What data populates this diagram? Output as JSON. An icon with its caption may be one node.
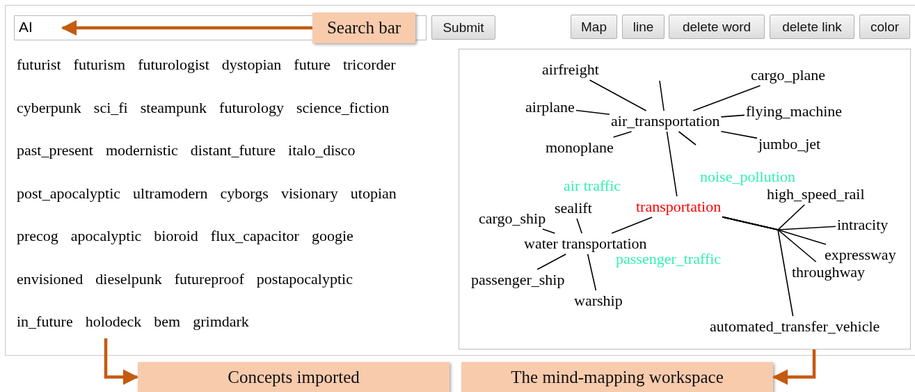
{
  "diagram": {
    "nodes": [
      {
        "text": [
          "AI"
        ]
      },
      {
        "text": [
          "Search bar"
        ]
      },
      {
        "text": [
          "Submit"
        ]
      },
      {
        "text": [
          "Map"
        ]
      },
      {
        "text": [
          "line"
        ]
      },
      {
        "text": [
          "delete word"
        ]
      },
      {
        "text": [
          "delete link"
        ]
      },
      {
        "text": [
          "color"
        ]
      },
      {
        "text": [
          "futurist",
          "futurism",
          "futurologist",
          "dystopian",
          "future",
          "tricorder",
          "cyberpunk",
          "sci_fi",
          "steampunk",
          "futurology",
          "science_fiction",
          "past_present",
          "modernistic",
          "distant_future",
          "italo_disco",
          "post_apocalyptic",
          "ultramodern",
          "cyborgs",
          "visionary",
          "utopian",
          "precog",
          "apocalyptic",
          "bioroid",
          "flux_capacitor",
          "googie",
          "envisioned",
          "dieselpunk",
          "futureproof",
          "postapocalyptic",
          "in_future",
          "holodeck",
          "bem",
          "grimdark"
        ]
      },
      {
        "text": [],
        "shape": "box"
      },
      {
        "text": [
          "airfreight"
        ],
        "in": 9
      },
      {
        "text": [
          "cargo_plane"
        ],
        "in": 9
      },
      {
        "text": [
          "airplane"
        ],
        "in": 9
      },
      {
        "text": [
          "air_transportation"
        ],
        "in": 9
      },
      {
        "text": [
          "flying_machine"
        ],
        "in": 9
      },
      {
        "text": [
          "monoplane"
        ],
        "in": 9
      },
      {
        "text": [
          "jumbo_jet"
        ],
        "in": 9
      },
      {
        "text": [
          "noise_pollution"
        ],
        "in": 9
      },
      {
        "text": [
          "air traffic"
        ],
        "in": 9
      },
      {
        "text": [
          "high_speed_rail"
        ],
        "in": 9
      },
      {
        "text": [
          "transportation"
        ],
        "in": 9
      },
      {
        "text": [
          "sealift"
        ],
        "in": 9
      },
      {
        "text": [
          "cargo_ship"
        ],
        "in": 9
      },
      {
        "text": [
          "intracity"
        ],
        "in": 9
      },
      {
        "text": [
          "water transportation"
        ],
        "in": 9
      },
      {
        "text": [
          "passenger_traffic"
        ],
        "in": 9
      },
      {
        "text": [
          "expressway"
        ],
        "in": 9
      },
      {
        "text": [
          "throughway"
        ],
        "in": 9
      },
      {
        "text": [
          "passenger_ship"
        ],
        "in": 9
      },
      {
        "text": [
          "warship"
        ],
        "in": 9
      },
      {
        "text": [
          "automated_transfer_vehicle"
        ],
        "in": 9
      },
      {
        "text": [
          "Concepts imported"
        ]
      },
      {
        "text": [
          "The mind-mapping workspace"
        ]
      }
    ],
    "edges": [
      {
        "from": 1,
        "to": 0,
        "arrow": "to",
        "style": "thick",
        "color": "#c55a11"
      },
      {
        "from": 8,
        "to": 31,
        "arrow": "to",
        "style": "thick",
        "color": "#c55a11"
      },
      {
        "from": 9,
        "to": 32,
        "arrow": "to",
        "style": "thick",
        "color": "#c55a11"
      },
      {
        "from": 13,
        "to": 10,
        "arrow": "none"
      },
      {
        "from": 13,
        "to": null,
        "arrow": "none"
      },
      {
        "from": 13,
        "to": 11,
        "arrow": "none"
      },
      {
        "from": 13,
        "to": 12,
        "arrow": "none"
      },
      {
        "from": 13,
        "to": 14,
        "arrow": "none"
      },
      {
        "from": 13,
        "to": 15,
        "arrow": "none"
      },
      {
        "from": 13,
        "to": null,
        "arrow": "none"
      },
      {
        "from": 13,
        "to": 16,
        "arrow": "none"
      },
      {
        "from": 13,
        "to": 20,
        "arrow": "none"
      },
      {
        "from": 20,
        "to": 24,
        "arrow": "none"
      },
      {
        "from": 24,
        "to": 21,
        "arrow": "none"
      },
      {
        "from": 24,
        "to": 22,
        "arrow": "none"
      },
      {
        "from": 24,
        "to": 28,
        "arrow": "none"
      },
      {
        "from": 24,
        "to": 29,
        "arrow": "none"
      },
      {
        "from": 20,
        "to": 19,
        "arrow": "none"
      },
      {
        "from": 20,
        "to": 23,
        "arrow": "none"
      },
      {
        "from": 20,
        "to": 26,
        "arrow": "none"
      },
      {
        "from": 20,
        "to": 27,
        "arrow": "none"
      },
      {
        "from": 20,
        "to": 30,
        "arrow": "none"
      }
    ]
  }
}
